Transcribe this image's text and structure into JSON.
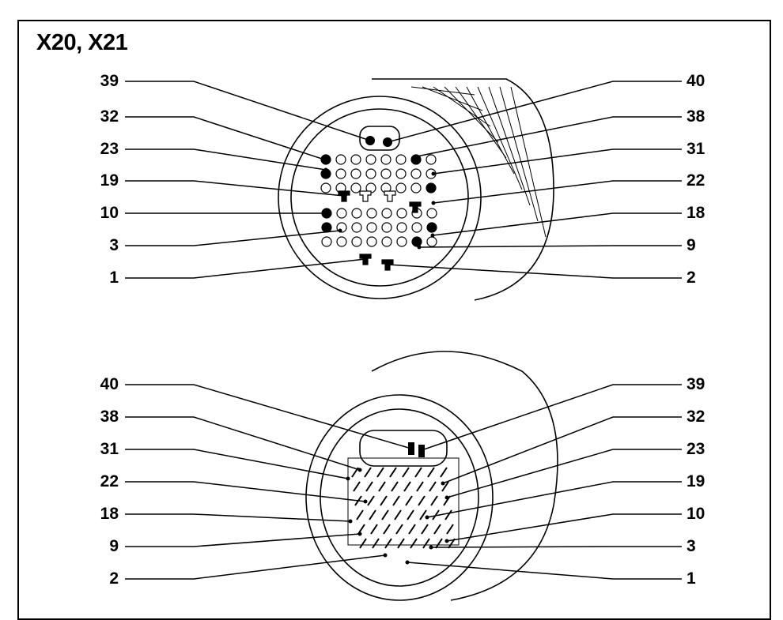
{
  "title": "X20, X21",
  "top_view": {
    "left_labels": [
      "39",
      "32",
      "23",
      "19",
      "10",
      "3",
      "1"
    ],
    "right_labels": [
      "40",
      "38",
      "31",
      "22",
      "18",
      "9",
      "2"
    ]
  },
  "bottom_view": {
    "left_labels": [
      "40",
      "38",
      "31",
      "22",
      "18",
      "9",
      "2"
    ],
    "right_labels": [
      "39",
      "32",
      "23",
      "19",
      "10",
      "3",
      "1"
    ]
  }
}
